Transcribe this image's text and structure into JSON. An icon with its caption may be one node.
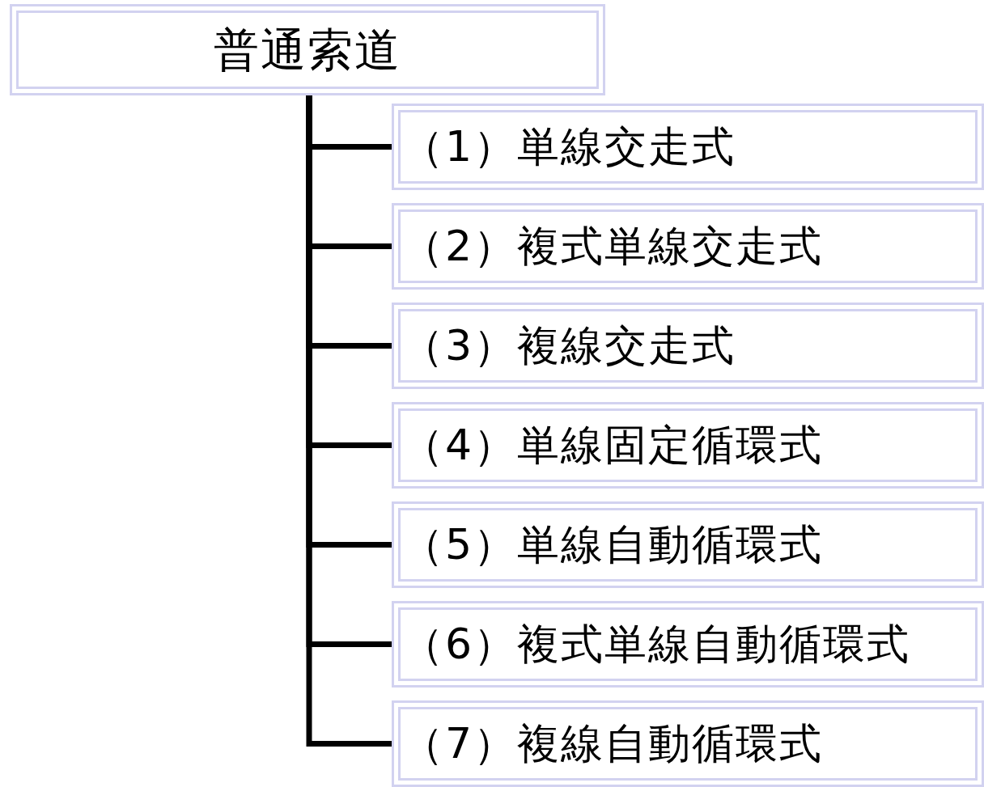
{
  "diagram": {
    "nodes": [
      {
        "text": [
          "普通索道"
        ]
      },
      {
        "text": [
          "（1）単線交走式"
        ]
      },
      {
        "text": [
          "（2）複式単線交走式"
        ]
      },
      {
        "text": [
          "（3）複線交走式"
        ]
      },
      {
        "text": [
          "（4）単線固定循環式"
        ]
      },
      {
        "text": [
          "（5）単線自動循環式"
        ]
      },
      {
        "text": [
          "（6）複式単線自動循環式"
        ]
      },
      {
        "text": [
          "（7）複線自動循環式"
        ]
      }
    ],
    "edges": [
      {
        "from": 0,
        "to": 1,
        "arrow": "none"
      },
      {
        "from": 0,
        "to": 2,
        "arrow": "none"
      },
      {
        "from": 0,
        "to": 3,
        "arrow": "none"
      },
      {
        "from": 0,
        "to": 4,
        "arrow": "none"
      },
      {
        "from": 0,
        "to": 5,
        "arrow": "none"
      },
      {
        "from": 0,
        "to": 6,
        "arrow": "none"
      },
      {
        "from": 0,
        "to": 7,
        "arrow": "none"
      }
    ]
  }
}
